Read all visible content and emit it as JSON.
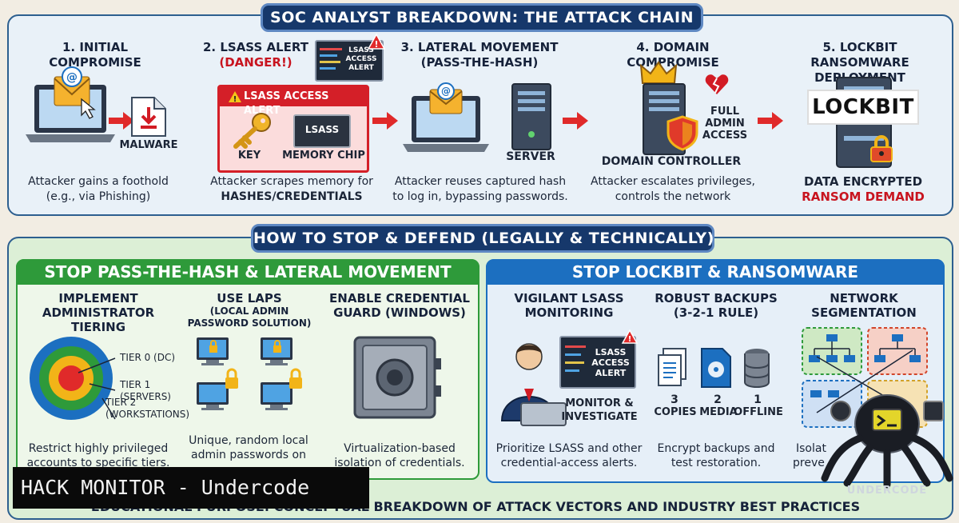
{
  "attack_chain": {
    "title": "SOC ANALYST BREAKDOWN: THE ATTACK CHAIN",
    "steps": [
      {
        "title": "1. INITIAL COMPROMISE",
        "labels": [
          "MALWARE"
        ],
        "desc": "Attacker gains a foothold (e.g., via Phishing)"
      },
      {
        "title": "2. LSASS ALERT",
        "subtitle": "(DANGER!)",
        "alert_box": "LSASS ACCESS ALERT",
        "mini_alert": "LSASS ACCESS ALERT",
        "labels": [
          "KEY",
          "MEMORY CHIP",
          "LSASS"
        ],
        "desc_line1": "Attacker scrapes memory for",
        "desc_line2": "HASHES/CREDENTIALS"
      },
      {
        "title": "3. LATERAL MOVEMENT",
        "subtitle": "(PASS-THE-HASH)",
        "labels": [
          "SERVER"
        ],
        "desc": "Attacker reuses captured hash to log in, bypassing passwords."
      },
      {
        "title": "4. DOMAIN COMPROMISE",
        "labels": [
          "DOMAIN CONTROLLER",
          "FULL ADMIN ACCESS"
        ],
        "desc": "Attacker escalates privileges, controls the network"
      },
      {
        "title": "5. LOCKBIT RANSOMWARE DEPLOYMENT",
        "logo": "LOCKBIT",
        "labels": [
          "DATA ENCRYPTED",
          "RANSOM DEMAND"
        ]
      }
    ]
  },
  "defense": {
    "title": "HOW TO STOP & DEFEND (LEGALLY & TECHNICALLY)",
    "left": {
      "head": "STOP PASS-THE-HASH & LATERAL MOVEMENT",
      "cols": [
        {
          "title": "IMPLEMENT ADMINISTRATOR TIERING",
          "tiers": [
            "TIER 0 (DC)",
            "TIER 1 (SERVERS)",
            "TIER 2 (WORKSTATIONS)"
          ],
          "desc": "Restrict highly privileged accounts to specific tiers."
        },
        {
          "title": "USE LAPS",
          "subtitle": "(LOCAL ADMIN PASSWORD SOLUTION)",
          "desc": "Unique, random local admin passwords on"
        },
        {
          "title": "ENABLE CREDENTIAL GUARD (WINDOWS)",
          "desc": "Virtualization-based isolation of credentials."
        }
      ]
    },
    "right": {
      "head": "STOP LOCKBIT & RANSOMWARE",
      "cols": [
        {
          "title": "VIGILANT LSASS MONITORING",
          "alert": "LSASS ACCESS ALERT",
          "label": "MONITOR & INVESTIGATE",
          "desc": "Prioritize LSASS and other credential-access alerts."
        },
        {
          "title": "ROBUST BACKUPS (3-2-1 RULE)",
          "items": [
            {
              "n": "3",
              "t": "COPIES"
            },
            {
              "n": "2",
              "t": "MEDIA"
            },
            {
              "n": "1",
              "t": "OFFLINE"
            }
          ],
          "desc": "Encrypt backups and test restoration."
        },
        {
          "title": "NETWORK SEGMENTATION",
          "desc_partial1": "Isolat",
          "desc_partial2": "preve"
        }
      ]
    },
    "footer": "EDUCATIONAL PURPOSE: CONCEPTUAL BREAKDOWN OF ATTACK VECTORS AND INDUSTRY BEST PRACTICES"
  },
  "overlay": {
    "watermark": "HACK MONITOR - Undercode",
    "brand": "UNDERCODE"
  },
  "colors": {
    "navy": "#16386b",
    "red": "#c8141f",
    "green": "#2e9a3a",
    "blue": "#1c6fc0"
  }
}
